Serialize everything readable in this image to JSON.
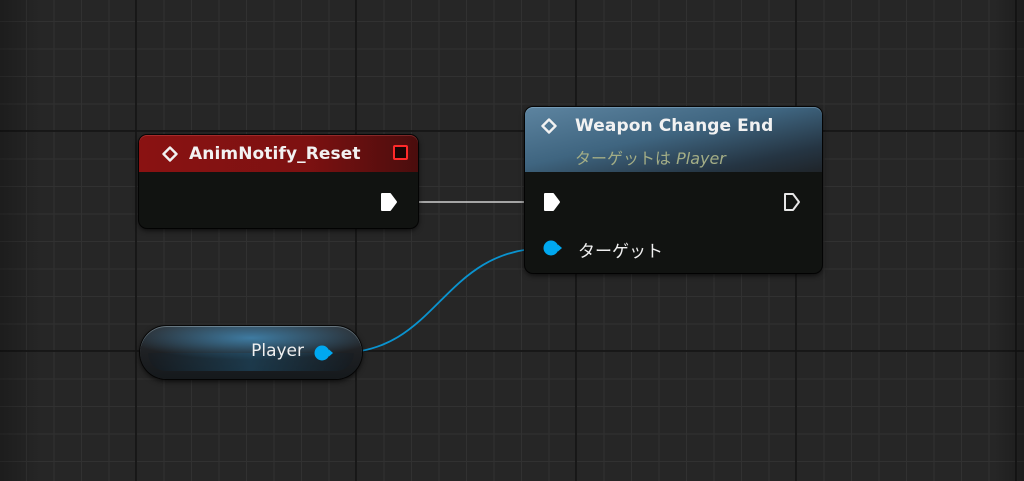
{
  "graph": {
    "background": "#262626",
    "grid_minor": "#313131",
    "grid_major": "#151515"
  },
  "nodes": {
    "event": {
      "title": "AnimNotify_Reset",
      "header_color": "#8a1212",
      "icon": "function-diamond-icon",
      "delegate_pin_color": "#ff2a2a"
    },
    "function": {
      "title": "Weapon Change End",
      "subtitle_prefix": "ターゲットは ",
      "subtitle_target": "Player",
      "header_color": "#4a6f8a",
      "icon": "function-diamond-icon",
      "pins": {
        "exec_in": "exec-in",
        "exec_out": "exec-out",
        "target_label": "ターゲット"
      }
    },
    "variable": {
      "label": "Player",
      "pin_color": "#00a8f0"
    }
  },
  "wires": {
    "exec_color": "#d8d8d8",
    "object_color": "#0a9ad8"
  }
}
